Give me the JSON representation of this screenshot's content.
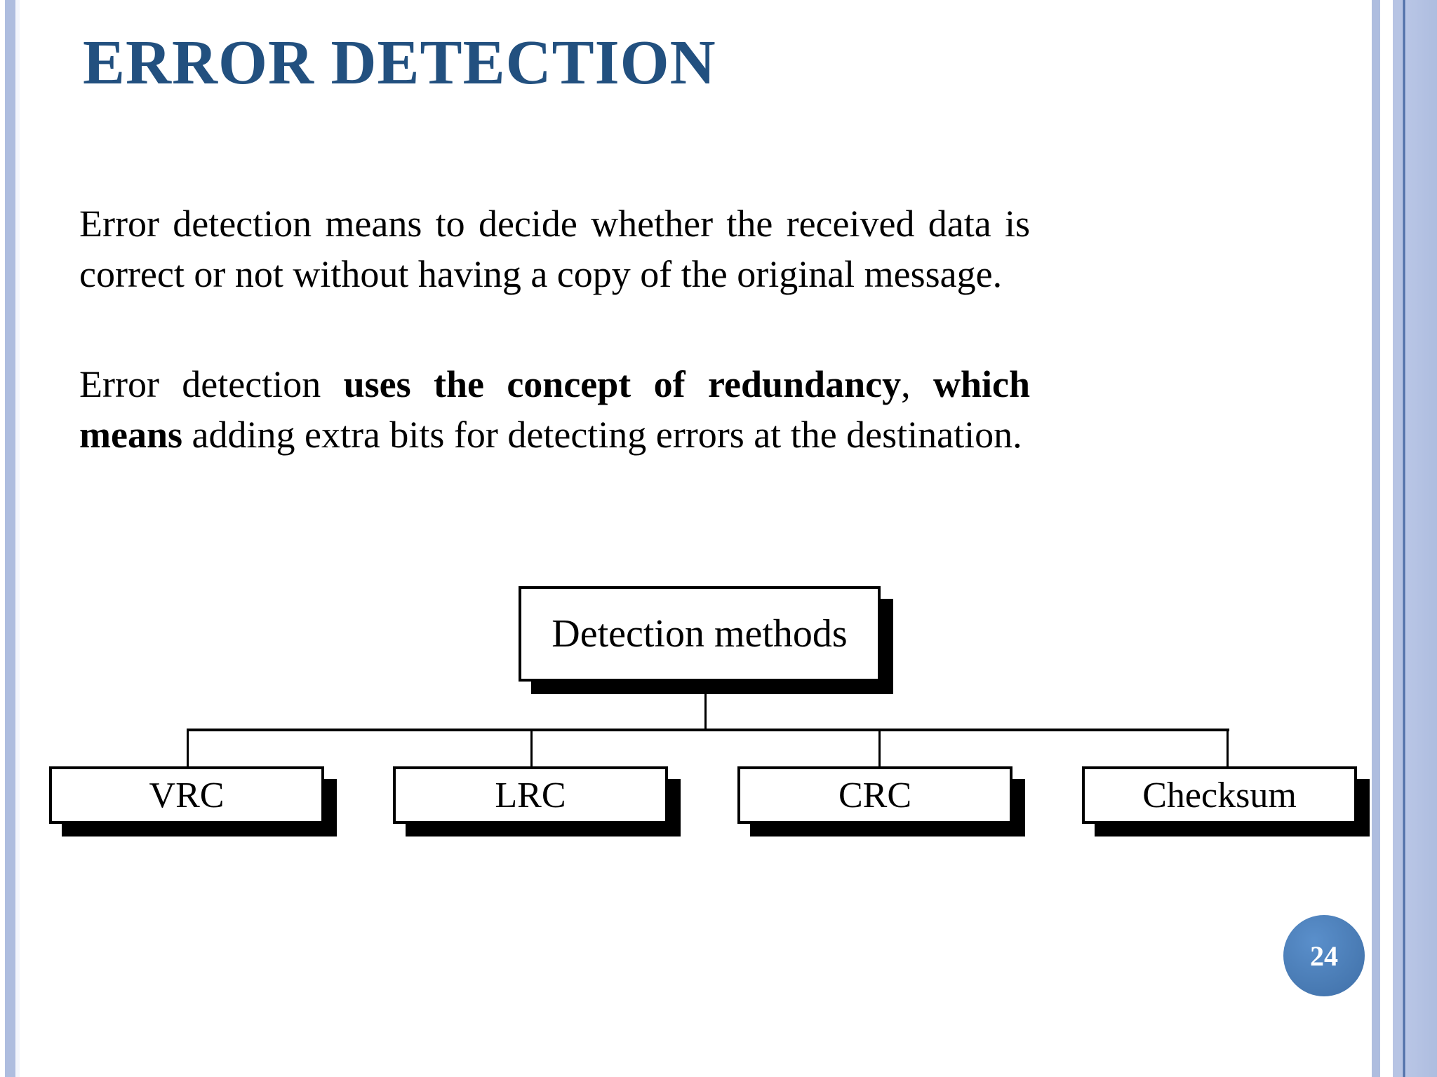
{
  "slide": {
    "title": "ERROR DETECTION",
    "number": "24",
    "accent_color": "#22507f",
    "badge_color": "#4a7cb5",
    "edge_band_color": "#aebddf"
  },
  "body": {
    "paragraph_1": "Error detection means to decide whether the received data is correct or not without having a copy of the original message.",
    "paragraph_2": {
      "part_1": "Error detection ",
      "part_2_bold": "uses the concept of redundancy",
      "part_3": ", ",
      "part_4_bold": "which means",
      "part_5": " adding extra bits for detecting errors at the destination."
    }
  },
  "diagram": {
    "root": {
      "label": "Detection methods"
    },
    "children": [
      {
        "label": "VRC"
      },
      {
        "label": "LRC"
      },
      {
        "label": "CRC"
      },
      {
        "label": "Checksum"
      }
    ]
  }
}
